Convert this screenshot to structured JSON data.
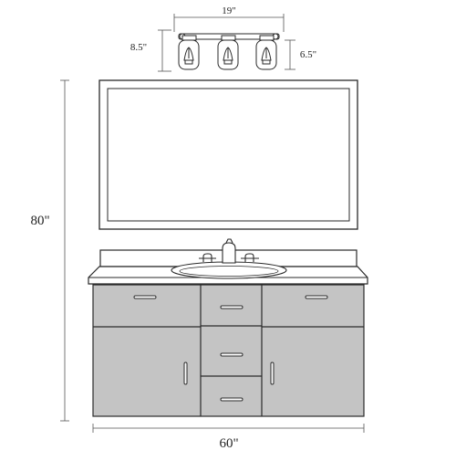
{
  "dimensions": {
    "fixture_width": "19\"",
    "fixture_height": "8.5\"",
    "glass_height": "6.5\"",
    "total_height": "80\"",
    "vanity_width": "60\""
  },
  "colors": {
    "line": "#2a2a2a",
    "cabinet_fill": "#c4c4c4",
    "dim_line": "#555555"
  }
}
